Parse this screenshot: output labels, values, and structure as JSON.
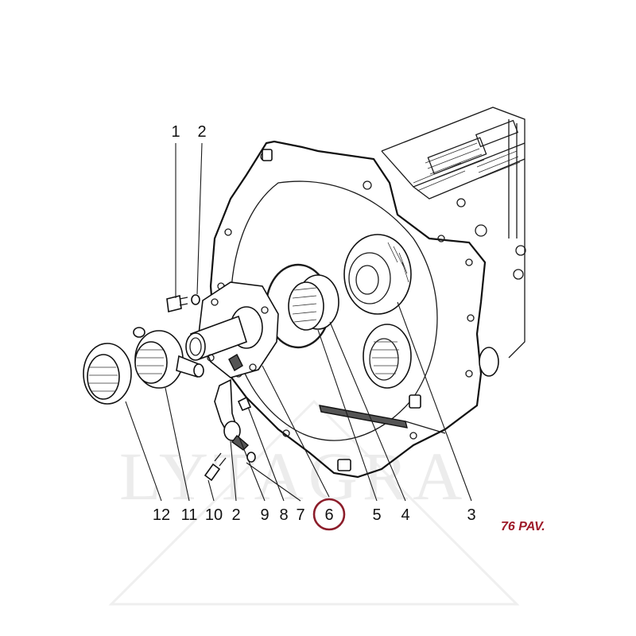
{
  "watermark": {
    "text": "LYTAGRA"
  },
  "reference": {
    "text": "76 PAV.",
    "color": "#9e1b2a"
  },
  "highlight": {
    "label": "6",
    "ring_color": "#8c1d2a"
  },
  "callouts": {
    "bottom": [
      "12",
      "11",
      "10",
      "2",
      "9",
      "8",
      "7",
      "6",
      "5",
      "4",
      "3"
    ],
    "top": [
      "1",
      "2"
    ]
  },
  "colors": {
    "line": "#111111",
    "background": "#ffffff",
    "watermark": "#ececec"
  }
}
